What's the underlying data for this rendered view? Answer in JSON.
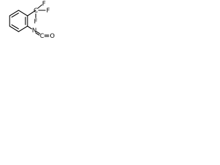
{
  "molecule": {
    "substituent_cf3": {
      "carbon": "C",
      "fluorine_1": "F",
      "fluorine_2": "F",
      "fluorine_3": "F"
    },
    "substituent_isocyanate": {
      "nitrogen": "N",
      "carbon": "C",
      "oxygen": "O"
    }
  }
}
